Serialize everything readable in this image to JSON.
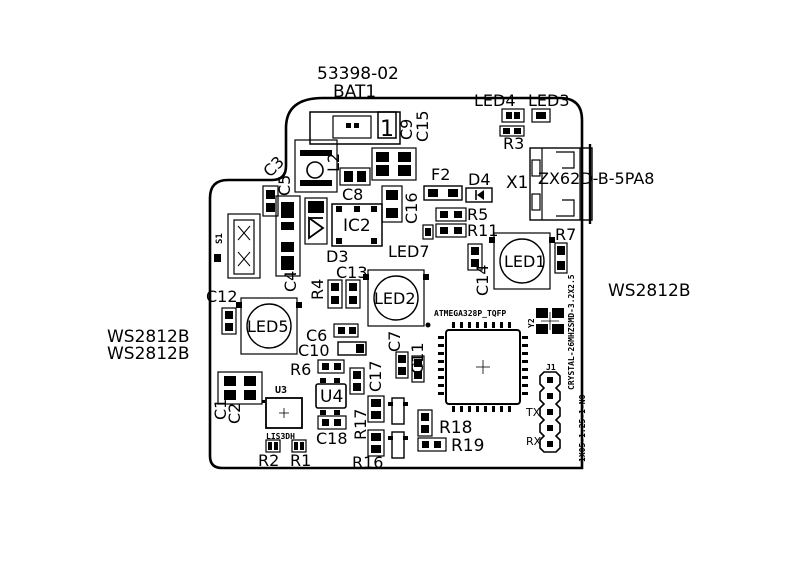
{
  "board": {
    "outside_labels": {
      "battery_part": "53398-02",
      "battery_ref": "BAT1",
      "led_right": "WS2812B",
      "led_left_1": "WS2812B",
      "led_left_2": "WS2812B"
    },
    "refs": {
      "LED4": "LED4",
      "LED3": "LED3",
      "R3": "R3",
      "X1": "X1",
      "X1_part": "ZX62D-B-5PA8",
      "C9": "C9",
      "C15": "C15",
      "one": "1",
      "L2": "L2",
      "C3": "C3",
      "C5": "C5",
      "C8": "C8",
      "F2": "F2",
      "D4": "D4",
      "IC2": "IC2",
      "C16": "C16",
      "R5": "R5",
      "R11": "R11",
      "LED7": "LED7",
      "R7": "R7",
      "LED1": "LED1",
      "C14": "C14",
      "D3": "D3",
      "S1": "S1",
      "C4": "C4",
      "R4": "R4",
      "C13": "C13",
      "LED2": "LED2",
      "C12": "C12",
      "LED5": "LED5",
      "C6": "C6",
      "C10": "C10",
      "C7": "C7",
      "C11": "C11",
      "R6": "R6",
      "C17": "C17",
      "U3": "U3",
      "U4": "U4",
      "C1": "C1",
      "C2": "C2",
      "R17": "R17",
      "C18": "C18",
      "R18": "R18",
      "R19": "R19",
      "R16": "R16",
      "R2": "R2",
      "R1": "R1",
      "LIS3DH": "LIS3DH",
      "mcu": "ATMEGA328P_TQFP",
      "Y2": "Y2",
      "crystal": "CRYSTAL-26MHZSMD-3.2X2.5",
      "J1": "J1",
      "header": "1X05-1.25-1-NO",
      "TX": "TX",
      "RX": "RX"
    }
  }
}
